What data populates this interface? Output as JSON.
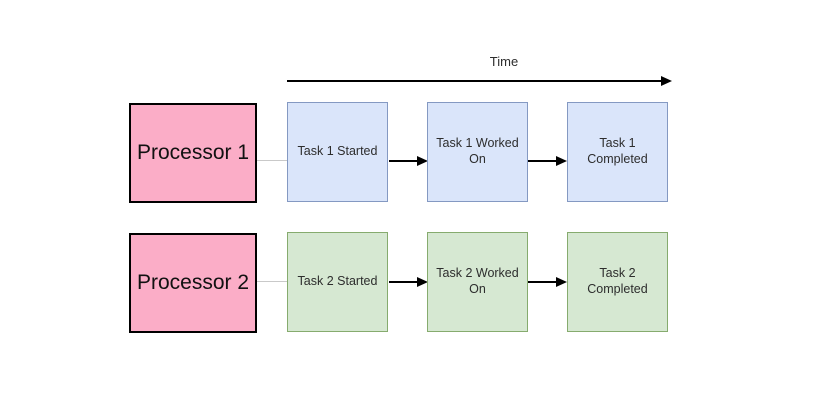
{
  "diagram": {
    "time_axis": {
      "label": "Time"
    },
    "rows": [
      {
        "processor": {
          "label": "Processor 1"
        },
        "tasks": [
          {
            "label": "Task 1 Started"
          },
          {
            "label": "Task 1 Worked\nOn"
          },
          {
            "label": "Task 1\nCompleted"
          }
        ]
      },
      {
        "processor": {
          "label": "Processor 2"
        },
        "tasks": [
          {
            "label": "Task 2 Started"
          },
          {
            "label": "Task 2 Worked\nOn"
          },
          {
            "label": "Task 2\nCompleted"
          }
        ]
      }
    ],
    "colors": {
      "background": "#FFFFFF",
      "processor_fill": "#FBADC7",
      "processor_border": "#000000",
      "task_row1_fill": "#DAE5FA",
      "task_row1_border": "#8499C2",
      "task_row2_fill": "#D6E8D2",
      "task_row2_border": "#86AB6E",
      "arrow": "#000000",
      "processor_connector": "#C9C9C9"
    }
  }
}
